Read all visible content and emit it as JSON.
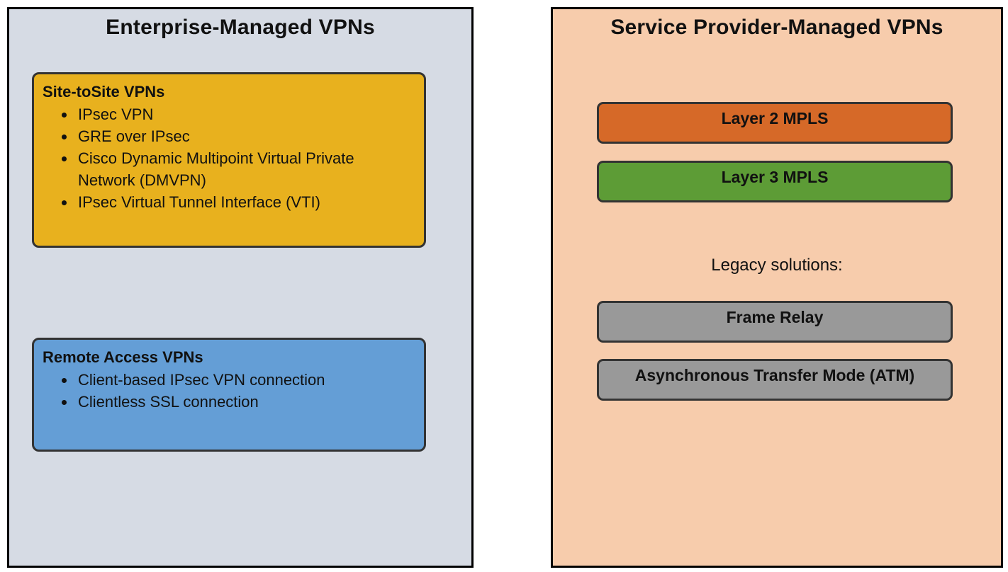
{
  "left_panel": {
    "title": "Enterprise-Managed VPNs",
    "background": "#D6DBE4",
    "site_to_site_box": {
      "header": "Site-toSite VPNs",
      "background": "#E8B11E",
      "items": [
        "IPsec VPN",
        "GRE over IPsec",
        "Cisco Dynamic Multipoint Virtual Private Network (DMVPN)",
        "IPsec Virtual Tunnel Interface (VTI)"
      ]
    },
    "remote_access_box": {
      "header": "Remote Access VPNs",
      "background": "#649ED6",
      "items": [
        "Client-based IPsec VPN connection",
        "Clientless SSL connection"
      ]
    }
  },
  "right_panel": {
    "title": "Service Provider-Managed VPNs",
    "background": "#F7CCAC",
    "legacy_label": "Legacy solutions:",
    "bars": [
      {
        "label": "Layer 2 MPLS",
        "background": "#D66928"
      },
      {
        "label": "Layer 3 MPLS",
        "background": "#5D9C36"
      },
      {
        "label": "Frame Relay",
        "background": "#999999"
      },
      {
        "label": "Asynchronous Transfer Mode (ATM)",
        "background": "#999999"
      }
    ]
  },
  "colors": {
    "panel_border": "#000000",
    "box_border": "#333333",
    "text": "#111111"
  }
}
